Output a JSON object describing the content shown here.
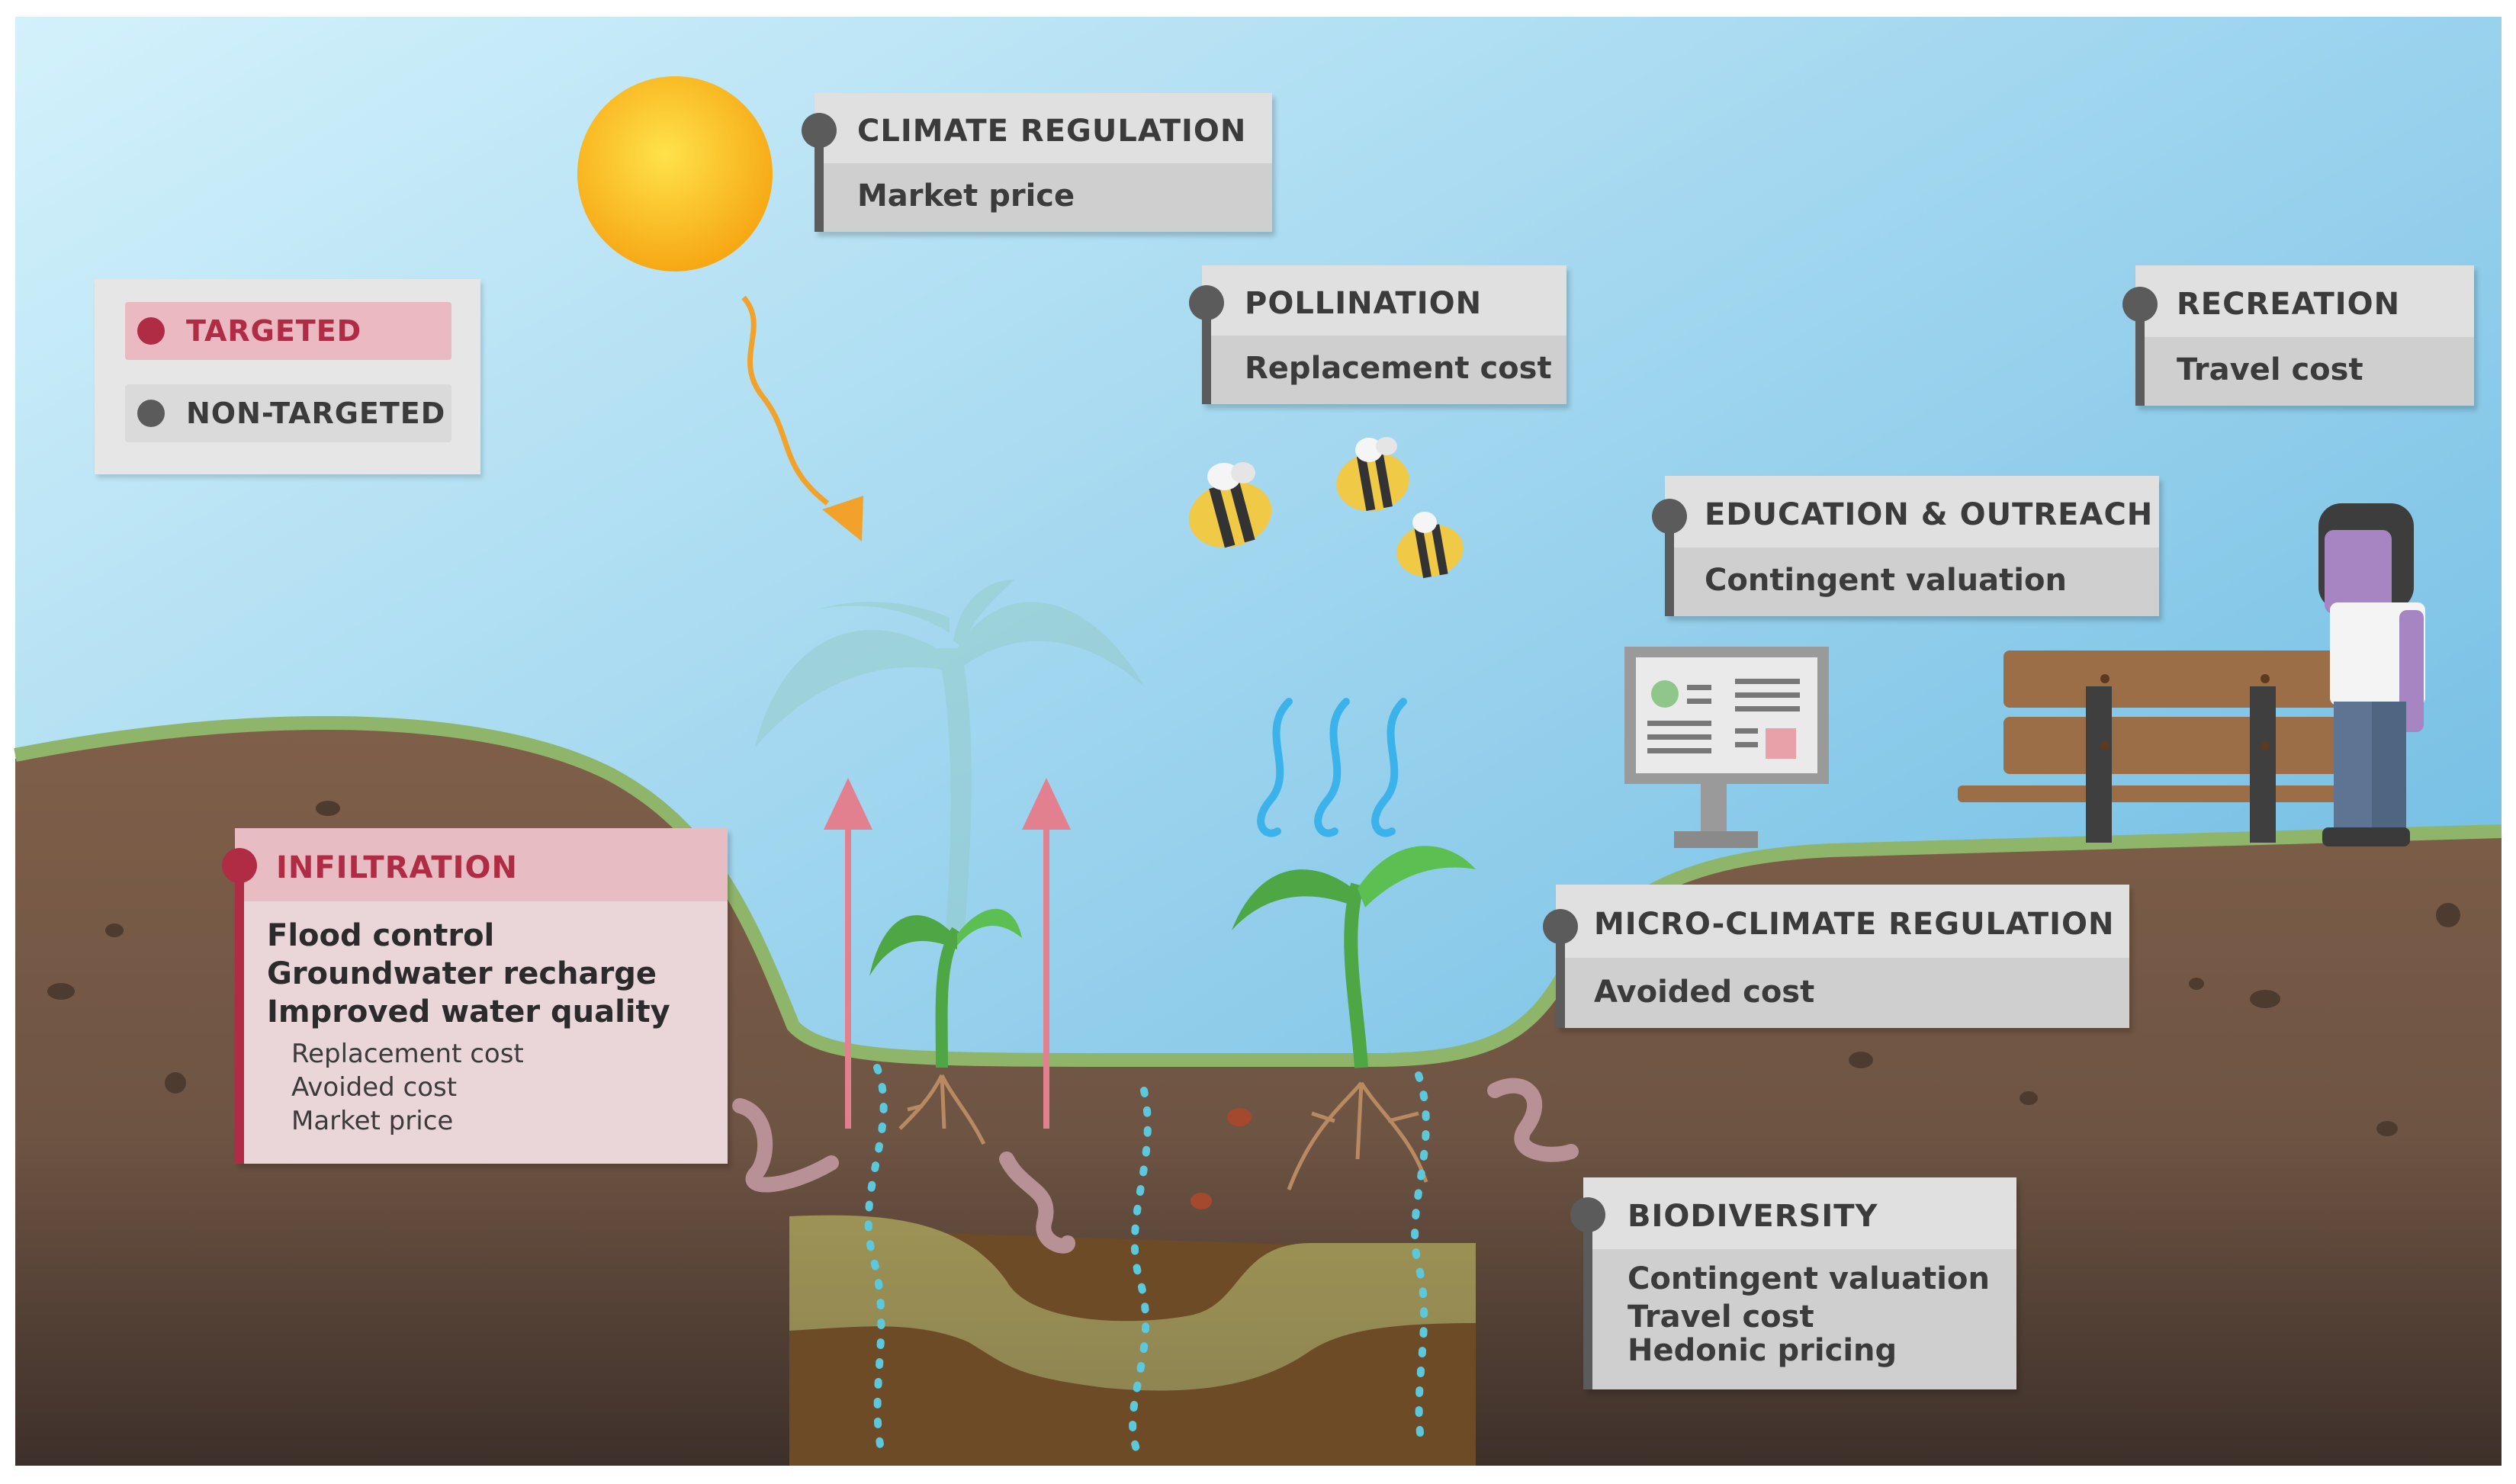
{
  "legend": {
    "targeted": "TARGETED",
    "non_targeted": "NON-TARGETED"
  },
  "services": {
    "climate_regulation": {
      "title": "CLIMATE REGULATION",
      "methods": [
        "Market price"
      ],
      "status": "non-targeted"
    },
    "pollination": {
      "title": "POLLINATION",
      "methods": [
        "Replacement cost"
      ],
      "status": "non-targeted"
    },
    "recreation": {
      "title": "RECREATION",
      "methods": [
        "Travel cost"
      ],
      "status": "non-targeted"
    },
    "education": {
      "title": "EDUCATION & OUTREACH",
      "methods": [
        "Contingent valuation"
      ],
      "status": "non-targeted"
    },
    "micro_climate": {
      "title": "MICRO-CLIMATE REGULATION",
      "methods": [
        "Avoided cost"
      ],
      "status": "non-targeted"
    },
    "infiltration": {
      "title": "INFILTRATION",
      "benefits": [
        "Flood control",
        "Groundwater recharge",
        "Improved water quality"
      ],
      "methods": [
        "Replacement cost",
        "Avoided cost",
        "Market price"
      ],
      "status": "targeted"
    },
    "biodiversity": {
      "title": "BIODIVERSITY",
      "methods": [
        "Contingent valuation",
        "Travel cost",
        "Hedonic pricing"
      ],
      "status": "non-targeted"
    }
  },
  "colors": {
    "targeted": "#b02c44",
    "non_targeted": "#5b5b5b",
    "sky_light": "#cdeefa",
    "sky_dark": "#5fb4e0",
    "soil": "#7a5a45",
    "grass": "#8fb56a",
    "sun": "#f9bb1a",
    "water": "#5cc4d8"
  },
  "icons": [
    "sun-icon",
    "bee-icon",
    "plant-icon",
    "info-board-icon",
    "bench-icon",
    "person-icon",
    "worm-icon",
    "mite-icon",
    "heat-wave-icon"
  ]
}
